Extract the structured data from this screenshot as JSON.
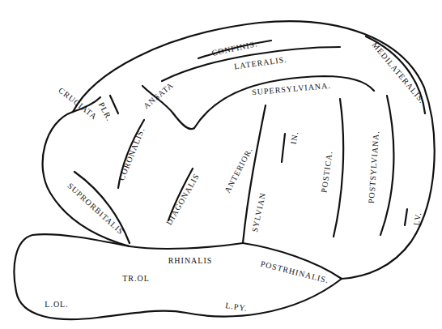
{
  "diagram": {
    "labels": [
      "CONFINIS.",
      "LATERALIS.",
      "MEDILATERALIS.",
      "SUPERSYLVIANA.",
      "ANSATA",
      "CRUCIATA",
      "PLR.",
      "CORONALIS.",
      "IN.",
      "ANTERIOR.",
      "POSTICA.",
      "POSTSYLVIANA.",
      "LV.",
      "DIAGONALIS",
      "SUPRORBITALIS",
      "SYLVIAN",
      "RHINALIS",
      "TR.OL",
      "POSTRHINALIS.",
      "L.OL.",
      "L.PY."
    ]
  }
}
